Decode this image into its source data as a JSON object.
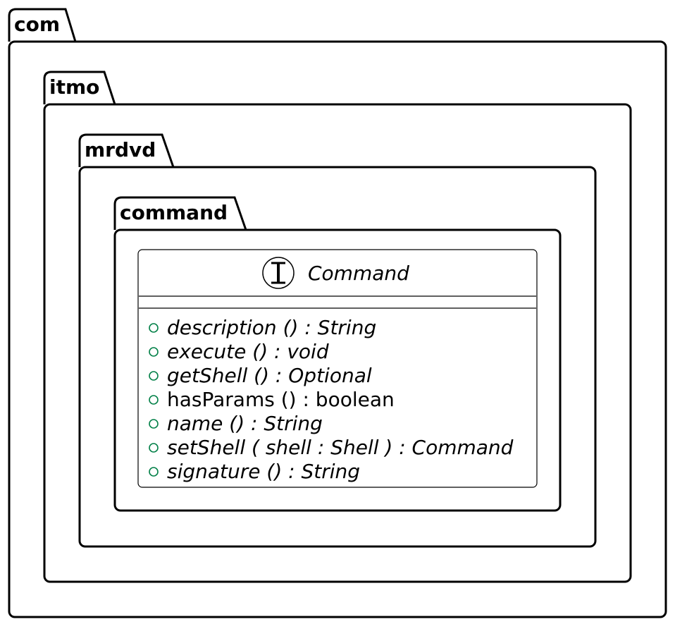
{
  "packages": [
    {
      "name": "com"
    },
    {
      "name": "itmo"
    },
    {
      "name": "mrdvd"
    },
    {
      "name": "command"
    }
  ],
  "interface": {
    "stereotype_letter": "I",
    "name": "Command",
    "methods": [
      {
        "text": "description () : String",
        "abstract": true,
        "visibility": "public"
      },
      {
        "text": "execute () : void",
        "abstract": true,
        "visibility": "public"
      },
      {
        "text": "getShell () : Optional",
        "abstract": true,
        "visibility": "public"
      },
      {
        "text": "hasParams () : boolean",
        "abstract": false,
        "visibility": "public"
      },
      {
        "text": "name () : String",
        "abstract": true,
        "visibility": "public"
      },
      {
        "text": "setShell ( shell : Shell ) : Command",
        "abstract": true,
        "visibility": "public"
      },
      {
        "text": "signature () : String",
        "abstract": true,
        "visibility": "public"
      }
    ]
  },
  "colors": {
    "stroke": "#000000",
    "background": "#ffffff",
    "public_visibility": "#038048"
  }
}
